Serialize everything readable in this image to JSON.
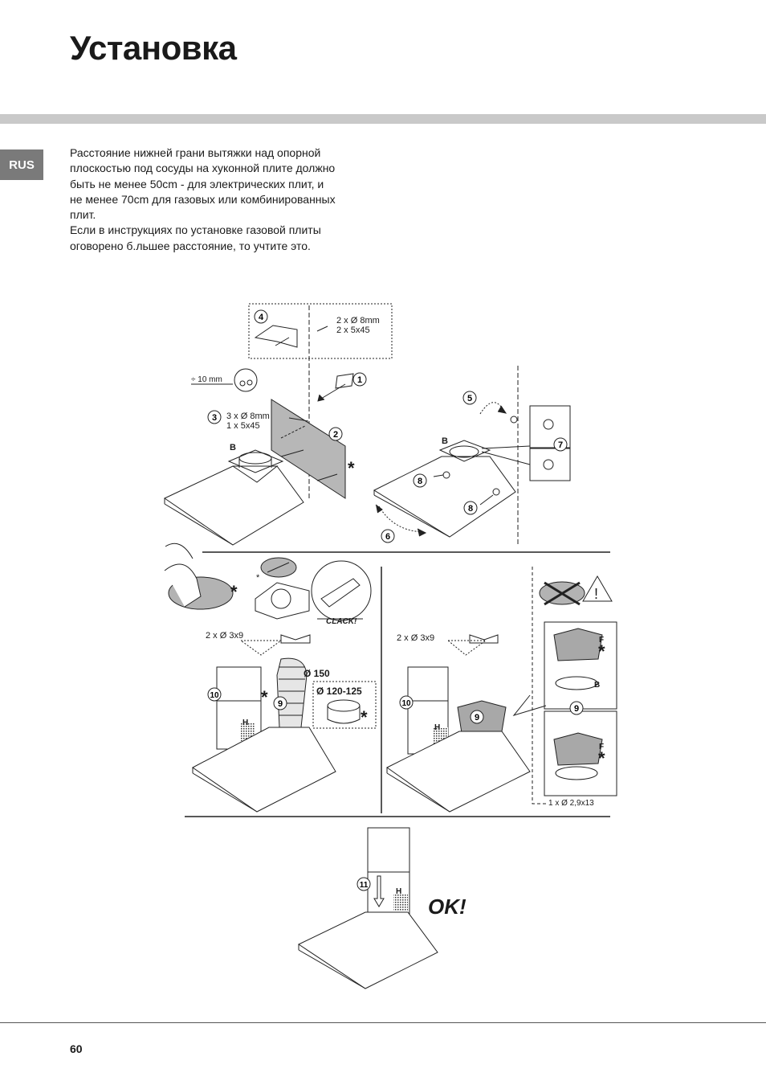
{
  "page": {
    "title": "Установка",
    "lang_tab": "RUS",
    "page_number": "60"
  },
  "intro": {
    "line1": "Расстояние нижней грани вытяжки над опорной",
    "line2": "плоскостью под сосуды на хуконной плите должно",
    "line3": "быть не менее 50cm - для электрических плит, и",
    "line4": "не менее 70cm для газовых или комбинированных",
    "line5": "плит.",
    "line6": "Если в инструкциях по установке газовой плиты",
    "line7": "оговорено б.льшее расстояние, то учтите это."
  },
  "figure": {
    "step_numbers": [
      "1",
      "2",
      "3",
      "4",
      "5",
      "6",
      "7",
      "8",
      "9",
      "10",
      "11"
    ],
    "labels": {
      "kit4_line1": "2 x Ø 8mm",
      "kit4_line2": "2 x 5x45",
      "gap": "÷ 10 mm",
      "kit3_line1": "3 x Ø 8mm",
      "kit3_line2": "1 x 5x45",
      "b": "B",
      "asterisk": "*",
      "clack": "CLACK!",
      "screws_3x9": "2 x Ø 3x9",
      "dia150": "Ø 150",
      "dia120": "Ø 120-125",
      "h": "H",
      "f": "F",
      "screw_2_9": "1 x Ø 2,9x13",
      "ok": "OK!",
      "warning": "!"
    }
  }
}
